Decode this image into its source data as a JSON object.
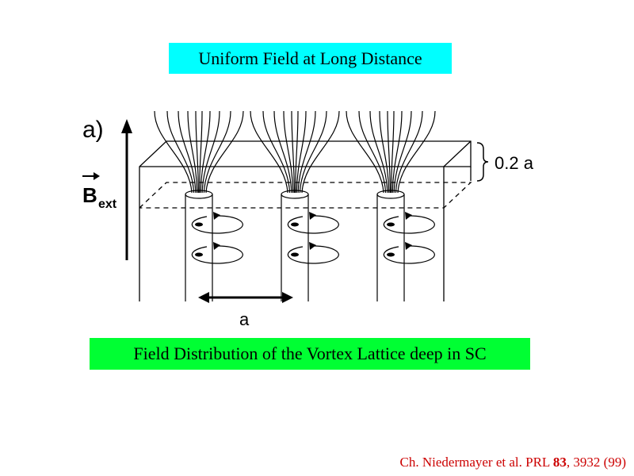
{
  "top_banner": {
    "text": "Uniform Field at Long Distance",
    "bg": "#00ffff"
  },
  "bottom_banner": {
    "text": "Field Distribution of the Vortex Lattice deep in SC",
    "bg": "#00ff33"
  },
  "diagram": {
    "panel_label": "a)",
    "field_label_main": "B",
    "field_label_sub": "ext",
    "thickness_label": "0.2 a",
    "spacing_label": "a"
  },
  "citation": {
    "prefix": "Ch. Niedermayer et al. PRL ",
    "volume": "83",
    "suffix": ", 3932 (99)",
    "color": "#cc0000"
  }
}
